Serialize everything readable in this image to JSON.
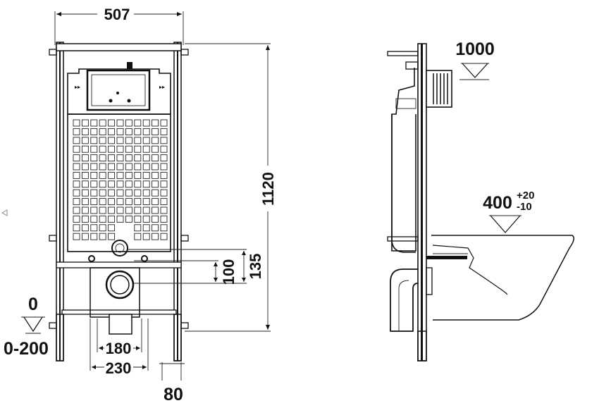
{
  "front_view": {
    "dims": {
      "width": "507",
      "height": "1120",
      "d100": "100",
      "d135": "135",
      "d180": "180",
      "d230": "230",
      "d80": "80"
    },
    "level_zero": "0",
    "level_range": "0-200"
  },
  "side_view": {
    "level_top": "1000",
    "level_bowl": "400",
    "tol_plus": "+20",
    "tol_minus": "-10"
  },
  "colors": {
    "line": "#111111",
    "background": "#ffffff"
  },
  "icons": {
    "left_marker": "triangle-left-icon"
  }
}
